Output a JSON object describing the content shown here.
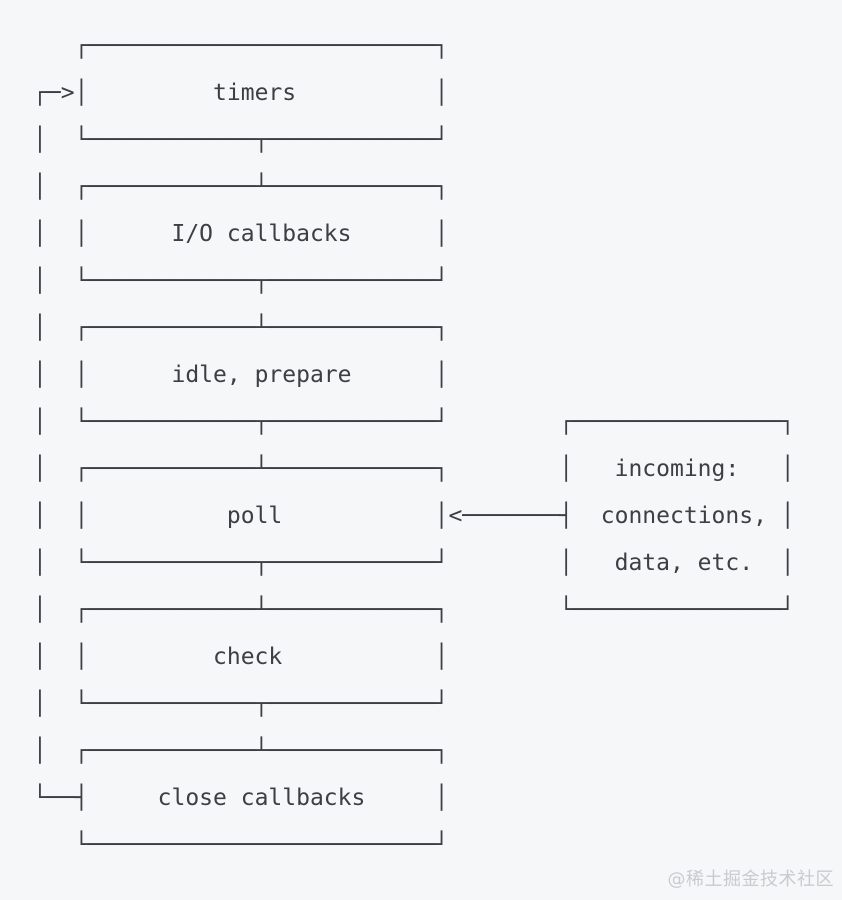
{
  "colors": {
    "background": "#f6f7f8",
    "ink": "#3b4045",
    "watermark": "#c8cbd0"
  },
  "diagram": {
    "lines": [
      "   ┌─────────────────────────┐",
      "┌─>│         timers          │",
      "│  └────────────┬────────────┘",
      "│  ┌────────────┴────────────┐",
      "│  │      I/O callbacks      │",
      "│  └────────────┬────────────┘",
      "│  ┌────────────┴────────────┐",
      "│  │      idle, prepare      │",
      "│  └────────────┬────────────┘        ┌───────────────┐",
      "│  ┌────────────┴────────────┐        │   incoming:   │",
      "│  │          poll           │<───────┤  connections, │",
      "│  └────────────┬────────────┘        │   data, etc.  │",
      "│  ┌────────────┴────────────┐        └───────────────┘",
      "│  │         check           │",
      "│  └────────────┬────────────┘",
      "│  ┌────────────┴────────────┐",
      "└──┤     close callbacks     │",
      "   └─────────────────────────┘"
    ],
    "labels": [
      {
        "text": "timers",
        "name": "phase-timers"
      },
      {
        "text": "I/O callbacks",
        "name": "phase-io-callbacks"
      },
      {
        "text": "idle, prepare",
        "name": "phase-idle-prepare"
      },
      {
        "text": "poll",
        "name": "phase-poll"
      },
      {
        "text": "check",
        "name": "phase-check"
      },
      {
        "text": "close callbacks",
        "name": "phase-close-callbacks"
      },
      {
        "text": "incoming:",
        "name": "incoming-label"
      },
      {
        "text": "connections,",
        "name": "incoming-connections-label"
      },
      {
        "text": "data, etc.",
        "name": "incoming-data-label"
      },
      {
        "text": "┌─>",
        "name": "loop-entry-arrow-icon"
      },
      {
        "text": "<───────┤",
        "name": "incoming-arrow-icon"
      },
      {
        "text": "└──┤",
        "name": "loop-return-arrow-icon"
      }
    ],
    "flow": {
      "cycle": [
        "timers",
        "I/O callbacks",
        "idle, prepare",
        "poll",
        "check",
        "close callbacks"
      ],
      "loops_back_to": "timers",
      "external_input": "incoming: connections, data, etc.",
      "external_input_to": "poll"
    }
  },
  "watermark": {
    "text": "@稀土掘金技术社区"
  }
}
